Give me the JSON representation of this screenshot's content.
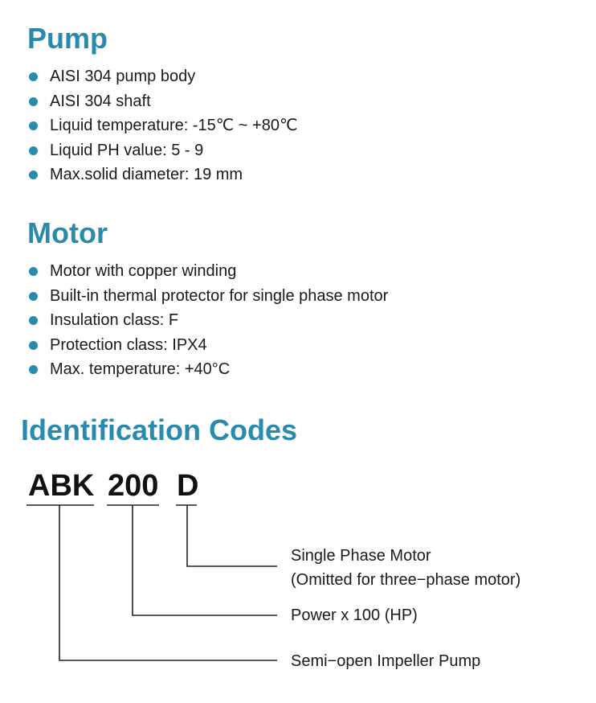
{
  "pump": {
    "title": "Pump",
    "items": [
      "AISI 304 pump body",
      "AISI 304 shaft",
      "Liquid temperature: -15℃ ~ +80℃",
      "Liquid PH value: 5 - 9",
      "Max.solid diameter: 19 mm"
    ]
  },
  "motor": {
    "title": "Motor",
    "items": [
      "Motor with copper winding",
      "Built-in thermal protector for single phase motor",
      "Insulation class: F",
      "Protection class: IPX4",
      "Max. temperature: +40°C"
    ]
  },
  "identification": {
    "title": "Identification Codes",
    "code_parts": [
      "ABK",
      "200",
      "D"
    ],
    "labels": {
      "single_phase": "Single Phase Motor",
      "omitted": "(Omitted for three−phase motor)",
      "power": "Power x 100 (HP)",
      "semi_open": "Semi−open Impeller Pump"
    }
  },
  "colors": {
    "accent": "#2a8aad",
    "text": "#1a1a1a"
  }
}
